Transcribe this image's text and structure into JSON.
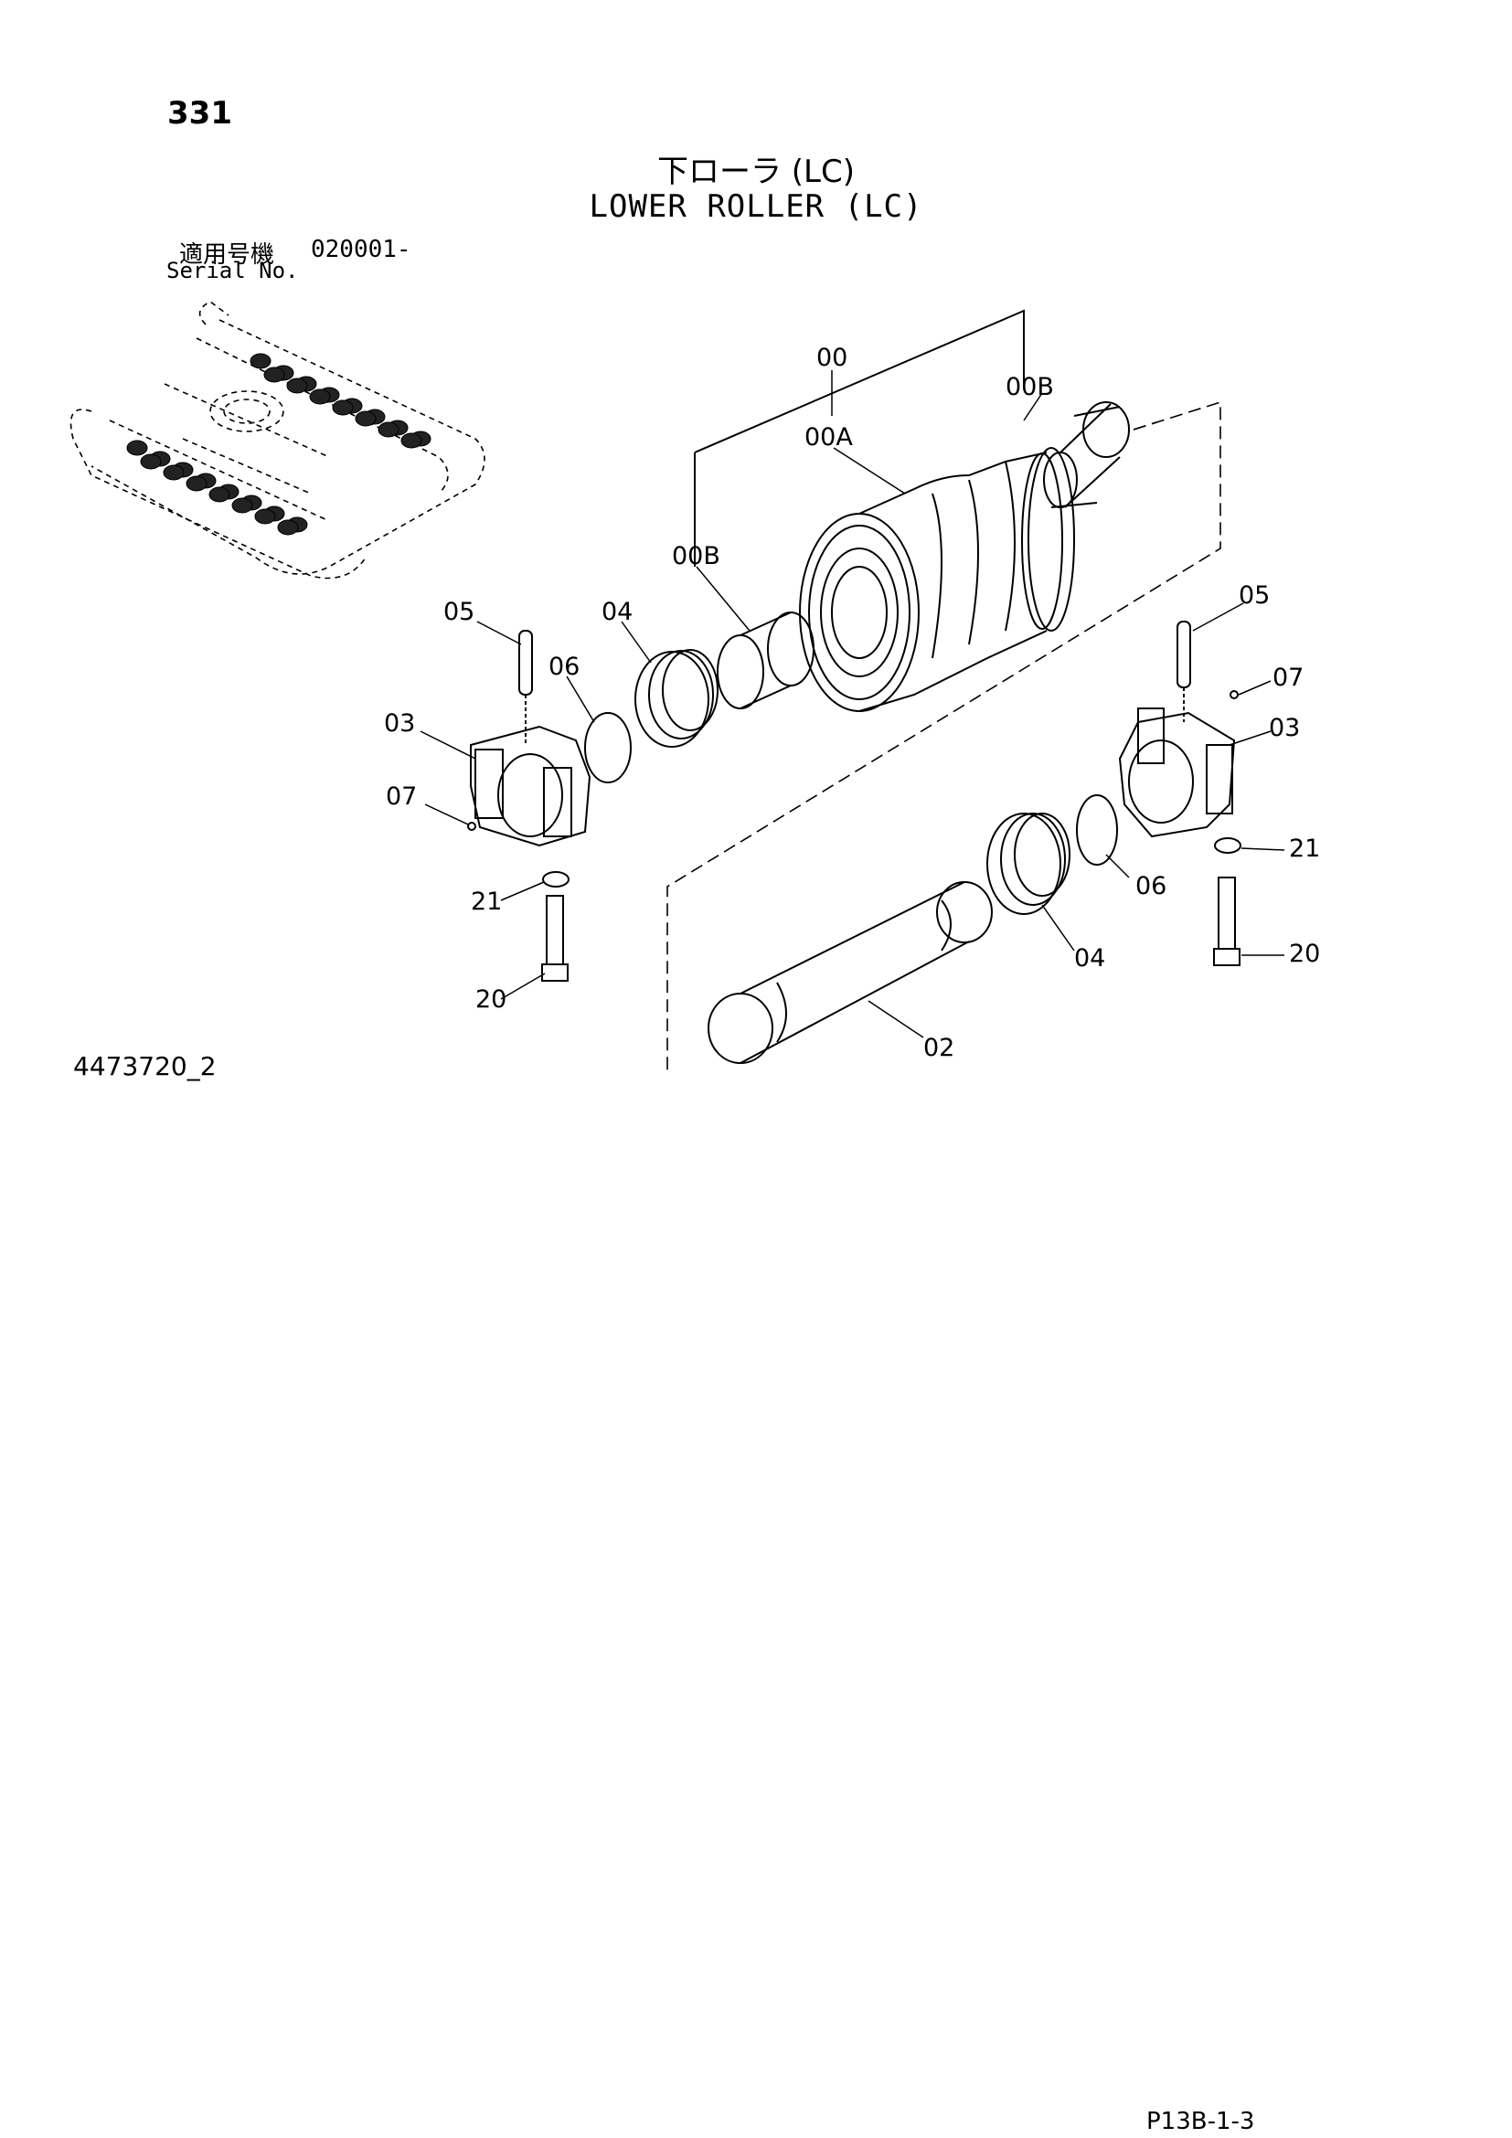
{
  "page_number": "331",
  "title_jp": "下ローラ (LC)",
  "title_en": "LOWER ROLLER (LC)",
  "serial": {
    "label_jp": "適用号機",
    "value": "020001-",
    "label_en": "Serial No."
  },
  "drawing_number": "4473720_2",
  "footer_code": "P13B-1-3",
  "callouts": {
    "c00": "00",
    "c00B_right": "00B",
    "c00A": "00A",
    "c00B_left": "00B",
    "c05_left": "05",
    "c04_left": "04",
    "c06_left": "06",
    "c03_left": "03",
    "c07_left": "07",
    "c21_left": "21",
    "c20_left": "20",
    "c05_right": "05",
    "c07_right": "07",
    "c03_right": "03",
    "c21_right": "21",
    "c20_right": "20",
    "c06_right": "06",
    "c04_right": "04",
    "c02": "02"
  }
}
